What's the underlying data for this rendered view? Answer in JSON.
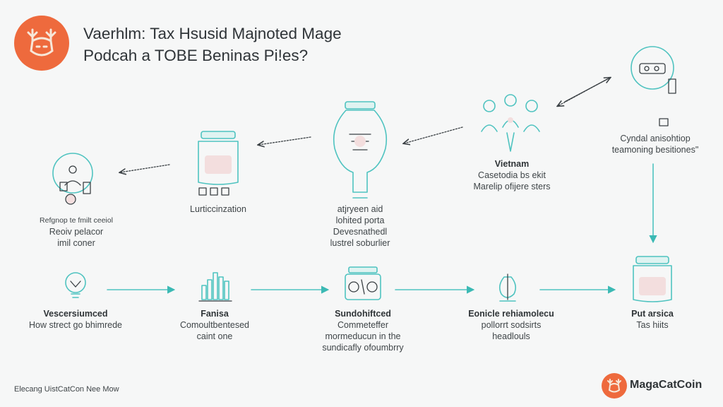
{
  "title": {
    "line1": "Vaerhlm: Tax Hsusid Majnoted Mage",
    "line2": "Podcah a TOBE Beninas Pi!es?"
  },
  "top_flow": [
    {
      "lines": [
        "Refgnop te fmilt ceeiol",
        "Reoiv pelacor",
        "imil coner"
      ]
    },
    {
      "lines": [
        "Lurticcinzation"
      ]
    },
    {
      "lines": [
        "atjryeen aid",
        "lohited porta",
        "Devesnathedl",
        "lustrel soburlier"
      ]
    },
    {
      "lines": [
        "Vietnam",
        "Casetodia bs ekit",
        "Marelip ofijere sters"
      ]
    },
    {
      "lines": [
        "Cyndal anisohtiop",
        "teamoning besitiones\""
      ]
    }
  ],
  "bottom_flow": [
    {
      "title": "Vescersiumced",
      "lines": [
        "How strect go bhimrede"
      ]
    },
    {
      "title": "Fanisa",
      "lines": [
        "Comoultbentesed",
        "caint one"
      ]
    },
    {
      "title": "Sundohiftced",
      "lines": [
        "Commeteffer",
        "mormeducun in the",
        "sundicafly ofoumbrry"
      ]
    },
    {
      "title": "Eonicle rehiamolecu",
      "lines": [
        "pollorrt sodsirts",
        "headlouls"
      ]
    },
    {
      "title": "Put arsica",
      "lines": [
        "Tas hiits"
      ]
    }
  ],
  "footer": "Elecang UistCatCon Nee Mow",
  "brand": "MagaCatCoin",
  "colors": {
    "accent": "#4fc3c0",
    "logo": "#ee6a3d"
  }
}
